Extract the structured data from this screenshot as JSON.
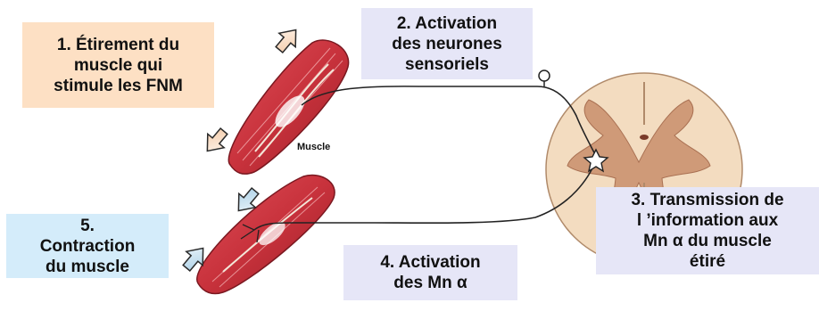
{
  "steps": {
    "step1": {
      "lines": [
        "1. Étirement du",
        "muscle qui",
        "stimule les FNM"
      ],
      "color": "#fde0c4"
    },
    "step2": {
      "lines": [
        "2. Activation",
        "des neurones",
        "sensoriels"
      ],
      "color": "#e6e6f7"
    },
    "step3": {
      "lines": [
        "3. Transmission de",
        "l ’information aux",
        "Mn α du muscle",
        "étiré"
      ],
      "color": "#e6e6f7"
    },
    "step4": {
      "lines": [
        "4. Activation",
        "des Mn α"
      ],
      "color": "#e6e6f7"
    },
    "step5": {
      "lines": [
        "5.",
        "Contraction",
        "du muscle"
      ],
      "color": "#d4ecfa"
    }
  },
  "labels": {
    "muscle": "Muscle"
  },
  "colors": {
    "muscle": "#c8323c",
    "muscle_dark": "#8e1e26",
    "spinal_cord_white": "#f3dcc0",
    "spinal_cord_gray": "#cf9a78",
    "arrow_outline": "#2a2a2a"
  }
}
